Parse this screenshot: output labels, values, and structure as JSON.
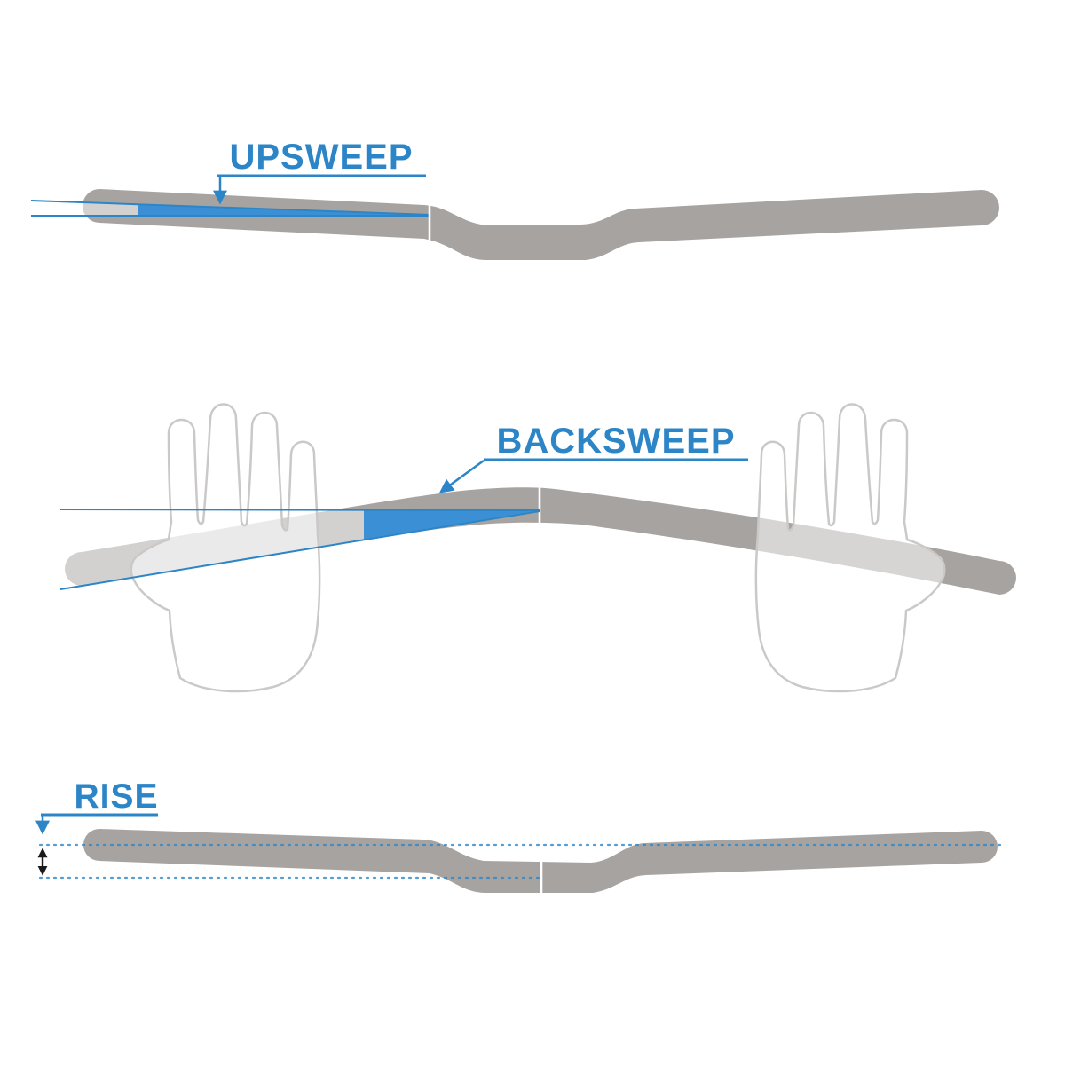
{
  "labels": {
    "upsweep": "UPSWEEP",
    "backsweep": "BACKSWEEP",
    "rise": "RISE"
  },
  "colors": {
    "accent": "#2c85c7",
    "wedge": "#3b90d5",
    "bar": "#a7a3a1",
    "hand_outline": "#cbc9c8",
    "rise_arrow": "#1a1a1a",
    "background": "#ffffff"
  }
}
